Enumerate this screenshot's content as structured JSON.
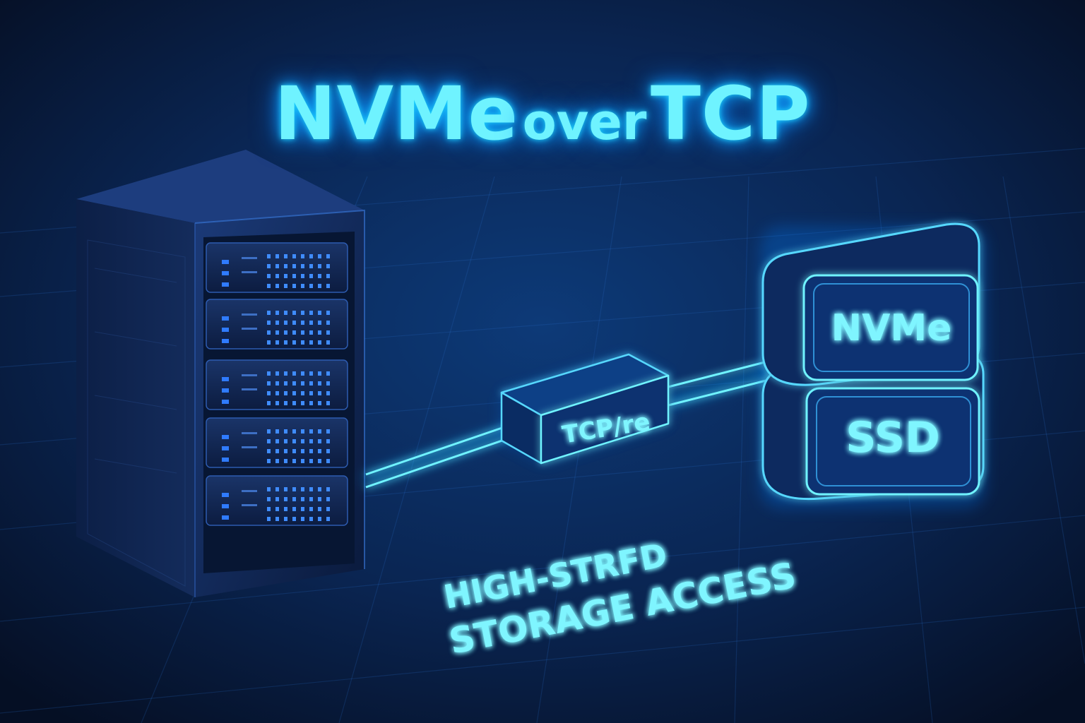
{
  "title": {
    "part1": "NVMe",
    "part2": "over",
    "part3": "TCP"
  },
  "link_box": {
    "label": "TCP/re"
  },
  "storage": {
    "top_label": "NVMe",
    "bottom_label": "SSD"
  },
  "caption": {
    "line1": "HIGH-STRFD",
    "line2": "STORAGE ACCESS"
  },
  "colors": {
    "background": "#06142e",
    "glow": "#1fd6ff",
    "text": "#6ff3ff",
    "led": "#2f7bff"
  },
  "icons": [
    "server-rack-icon",
    "storage-drive-icon",
    "network-link-icon"
  ]
}
